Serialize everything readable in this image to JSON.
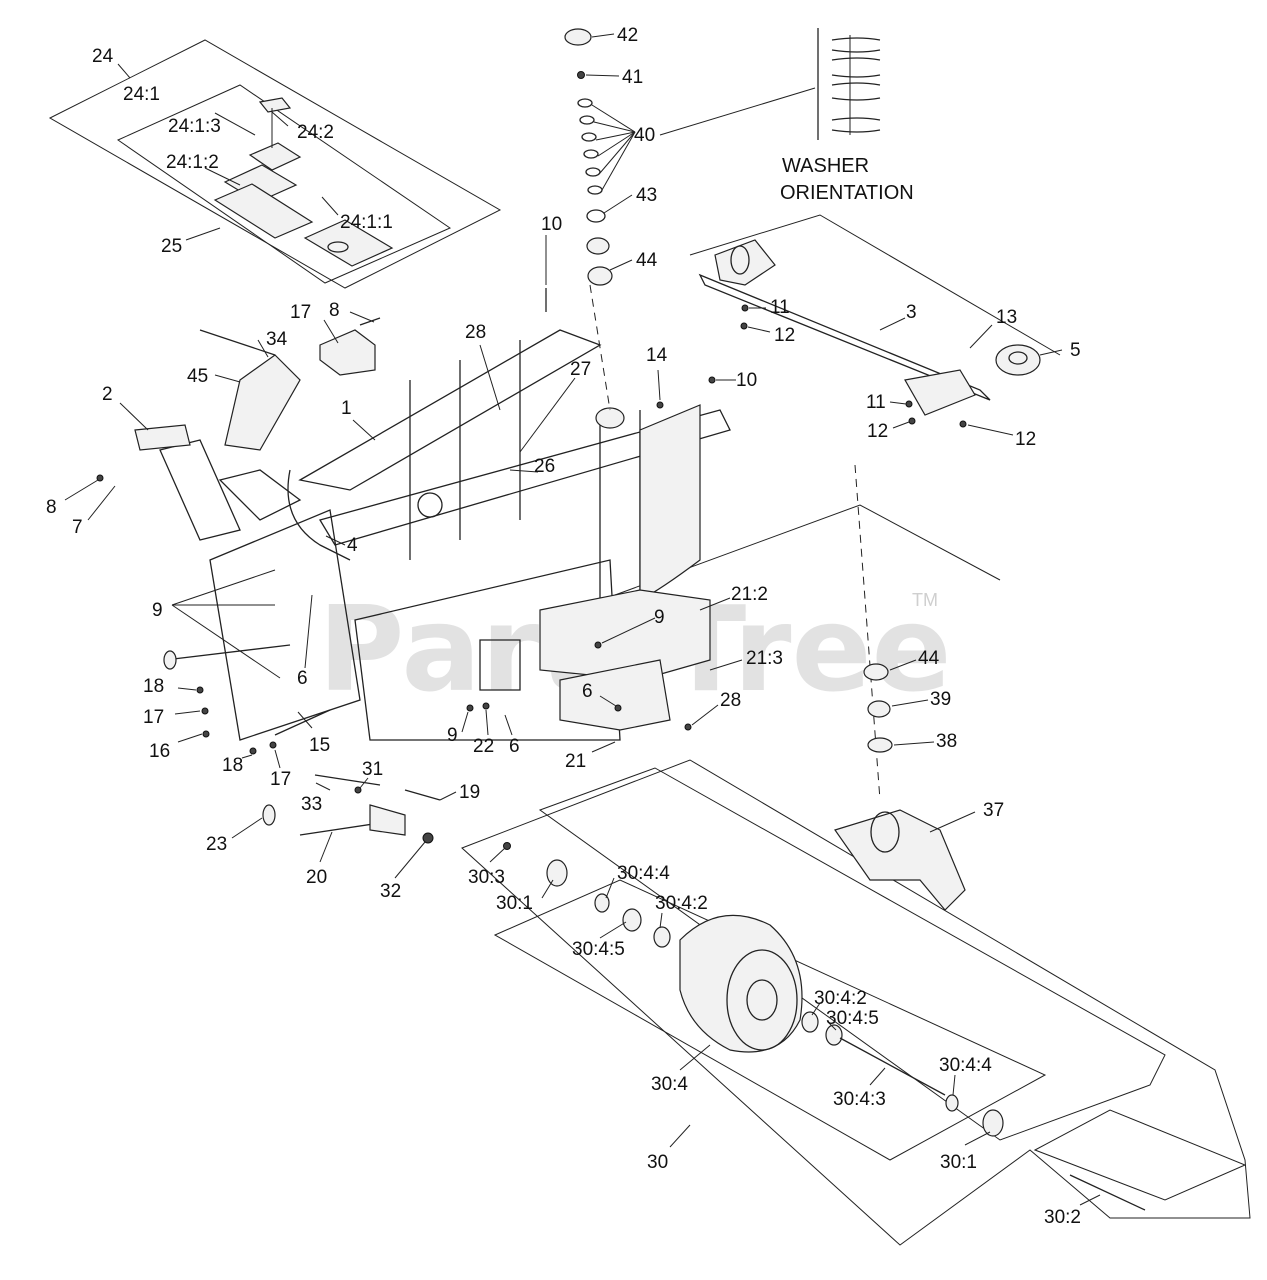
{
  "watermark": {
    "brand": "PartsTree",
    "trademark": "TM"
  },
  "washer_note": {
    "line1": "WASHER",
    "line2": "ORIENTATION"
  },
  "callouts": [
    {
      "id": "24",
      "label": "24"
    },
    {
      "id": "24-1",
      "label": "24:1"
    },
    {
      "id": "24-1-3",
      "label": "24:1:3"
    },
    {
      "id": "24-2",
      "label": "24:2"
    },
    {
      "id": "24-1-2",
      "label": "24:1:2"
    },
    {
      "id": "24-1-1",
      "label": "24:1:1"
    },
    {
      "id": "25",
      "label": "25"
    },
    {
      "id": "42",
      "label": "42"
    },
    {
      "id": "41",
      "label": "41"
    },
    {
      "id": "40",
      "label": "40"
    },
    {
      "id": "43",
      "label": "43"
    },
    {
      "id": "44-top",
      "label": "44"
    },
    {
      "id": "10-top",
      "label": "10"
    },
    {
      "id": "17-top",
      "label": "17"
    },
    {
      "id": "8-top",
      "label": "8"
    },
    {
      "id": "34",
      "label": "34"
    },
    {
      "id": "28-top",
      "label": "28"
    },
    {
      "id": "45",
      "label": "45"
    },
    {
      "id": "27",
      "label": "27"
    },
    {
      "id": "14",
      "label": "14"
    },
    {
      "id": "10-right",
      "label": "10"
    },
    {
      "id": "11-top",
      "label": "11"
    },
    {
      "id": "12-top",
      "label": "12"
    },
    {
      "id": "3",
      "label": "3"
    },
    {
      "id": "13",
      "label": "13"
    },
    {
      "id": "5",
      "label": "5"
    },
    {
      "id": "11-right",
      "label": "11"
    },
    {
      "id": "12-left",
      "label": "12"
    },
    {
      "id": "12-right",
      "label": "12"
    },
    {
      "id": "2",
      "label": "2"
    },
    {
      "id": "1",
      "label": "1"
    },
    {
      "id": "26",
      "label": "26"
    },
    {
      "id": "8-left",
      "label": "8"
    },
    {
      "id": "7",
      "label": "7"
    },
    {
      "id": "4",
      "label": "4"
    },
    {
      "id": "9-left",
      "label": "9"
    },
    {
      "id": "6-left",
      "label": "6"
    },
    {
      "id": "21-2",
      "label": "21:2"
    },
    {
      "id": "9-mid",
      "label": "9"
    },
    {
      "id": "21-3",
      "label": "21:3"
    },
    {
      "id": "6-mid",
      "label": "6"
    },
    {
      "id": "44-right",
      "label": "44"
    },
    {
      "id": "39",
      "label": "39"
    },
    {
      "id": "28-right",
      "label": "28"
    },
    {
      "id": "38",
      "label": "38"
    },
    {
      "id": "18-top",
      "label": "18"
    },
    {
      "id": "17-mid",
      "label": "17"
    },
    {
      "id": "16",
      "label": "16"
    },
    {
      "id": "15",
      "label": "15"
    },
    {
      "id": "9-low",
      "label": "9"
    },
    {
      "id": "22",
      "label": "22"
    },
    {
      "id": "6-low",
      "label": "6"
    },
    {
      "id": "21",
      "label": "21"
    },
    {
      "id": "18-low",
      "label": "18"
    },
    {
      "id": "17-low",
      "label": "17"
    },
    {
      "id": "31",
      "label": "31"
    },
    {
      "id": "19",
      "label": "19"
    },
    {
      "id": "33",
      "label": "33"
    },
    {
      "id": "37",
      "label": "37"
    },
    {
      "id": "23",
      "label": "23"
    },
    {
      "id": "20",
      "label": "20"
    },
    {
      "id": "32",
      "label": "32"
    },
    {
      "id": "30-3",
      "label": "30:3"
    },
    {
      "id": "30-4-4-top",
      "label": "30:4:4"
    },
    {
      "id": "30-1-top",
      "label": "30:1"
    },
    {
      "id": "30-4-2-top",
      "label": "30:4:2"
    },
    {
      "id": "30-4-5-top",
      "label": "30:4:5"
    },
    {
      "id": "30-4-2-low",
      "label": "30:4:2"
    },
    {
      "id": "30-4-5-low",
      "label": "30:4:5"
    },
    {
      "id": "30-4",
      "label": "30:4"
    },
    {
      "id": "30-4-4-low",
      "label": "30:4:4"
    },
    {
      "id": "30-4-3",
      "label": "30:4:3"
    },
    {
      "id": "30",
      "label": "30"
    },
    {
      "id": "30-1-low",
      "label": "30:1"
    },
    {
      "id": "30-2",
      "label": "30:2"
    }
  ]
}
